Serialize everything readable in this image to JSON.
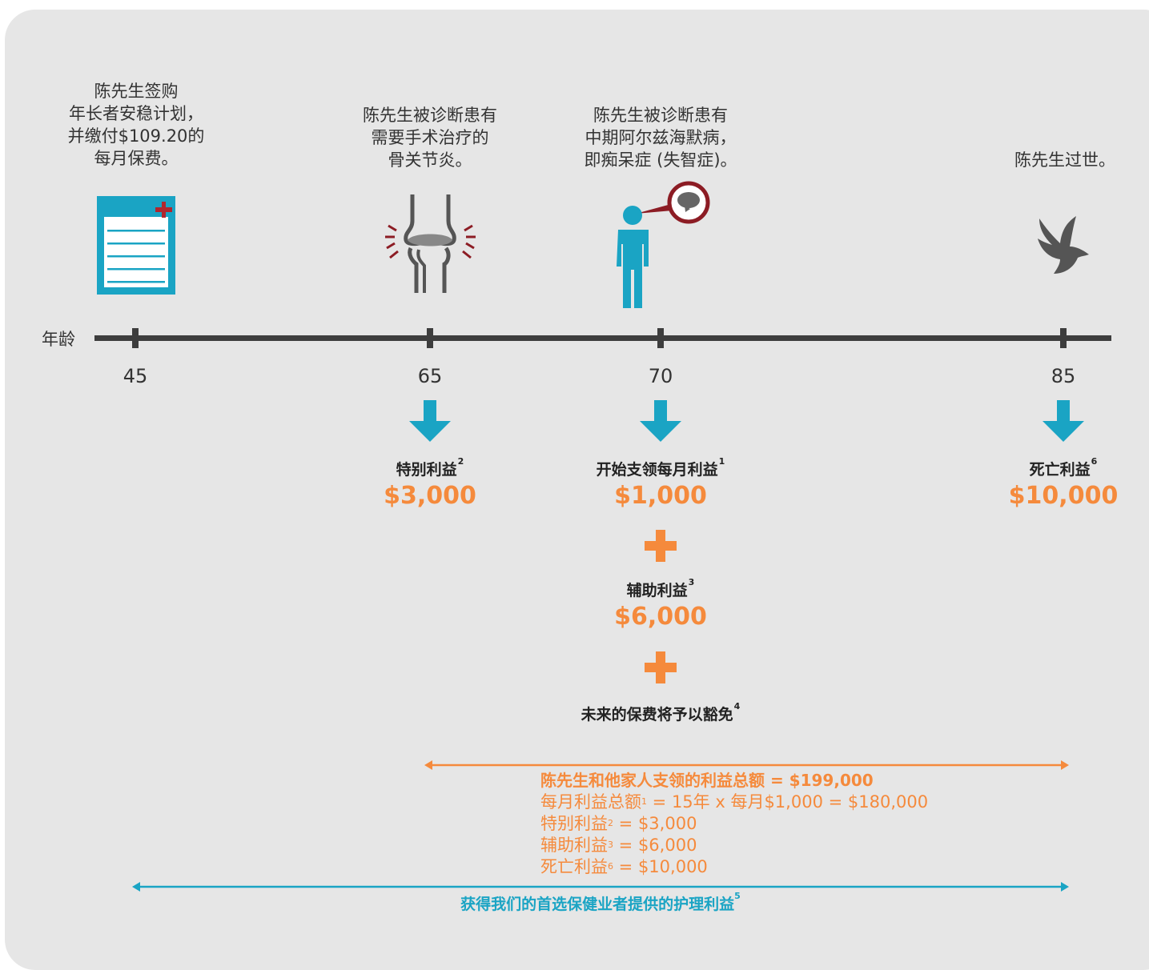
{
  "axis": {
    "label": "年龄"
  },
  "ages": [
    "45",
    "65",
    "70",
    "85"
  ],
  "events": [
    {
      "text": "陈先生签购\n年长者安稳计划，\n并缴付$109.20的\n每月保费。",
      "icon": "document-icon"
    },
    {
      "text": "陈先生被诊断患有\n需要手术治疗的\n骨关节炎。",
      "icon": "knee-joint-icon"
    },
    {
      "text": "陈先生被诊断患有\n中期阿尔兹海默病，\n即痴呆症 (失智症)。",
      "icon": "person-brain-icon"
    },
    {
      "text": "陈先生过世。",
      "icon": "dove-icon"
    }
  ],
  "benefits": {
    "special": {
      "label": "特别利益",
      "note": "2",
      "amount": "$3,000"
    },
    "monthly": {
      "label": "开始支领每月利益",
      "note": "1",
      "amount": "$1,000"
    },
    "assist": {
      "label": "辅助利益",
      "note": "3",
      "amount": "$6,000"
    },
    "waiver": {
      "label": "未来的保费将予以豁免",
      "note": "4"
    },
    "death": {
      "label": "死亡利益",
      "note": "6",
      "amount": "$10,000"
    }
  },
  "summary": {
    "heading": "陈先生和他家人支领的利益总额 = $199,000",
    "line1_a": "每月利益总额",
    "line1_note": "1",
    "line1_b": " = 15年 x 每月$1,000 = $180,000",
    "line2_a": "特别利益",
    "line2_note": "2",
    "line2_b": " = $3,000",
    "line3_a": "辅助利益",
    "line3_note": "3",
    "line3_b": " = $6,000",
    "line4_a": "死亡利益",
    "line4_note": "6",
    "line4_b": " = $10,000"
  },
  "care": {
    "label": "获得我们的首选保健业者提供的护理利益",
    "note": "5"
  },
  "colors": {
    "accent_orange": "#f58a3c",
    "accent_teal": "#1aa4c4",
    "dark_red": "#8c1c24",
    "timeline": "#3d3d3d",
    "panel": "#e6e6e6"
  }
}
